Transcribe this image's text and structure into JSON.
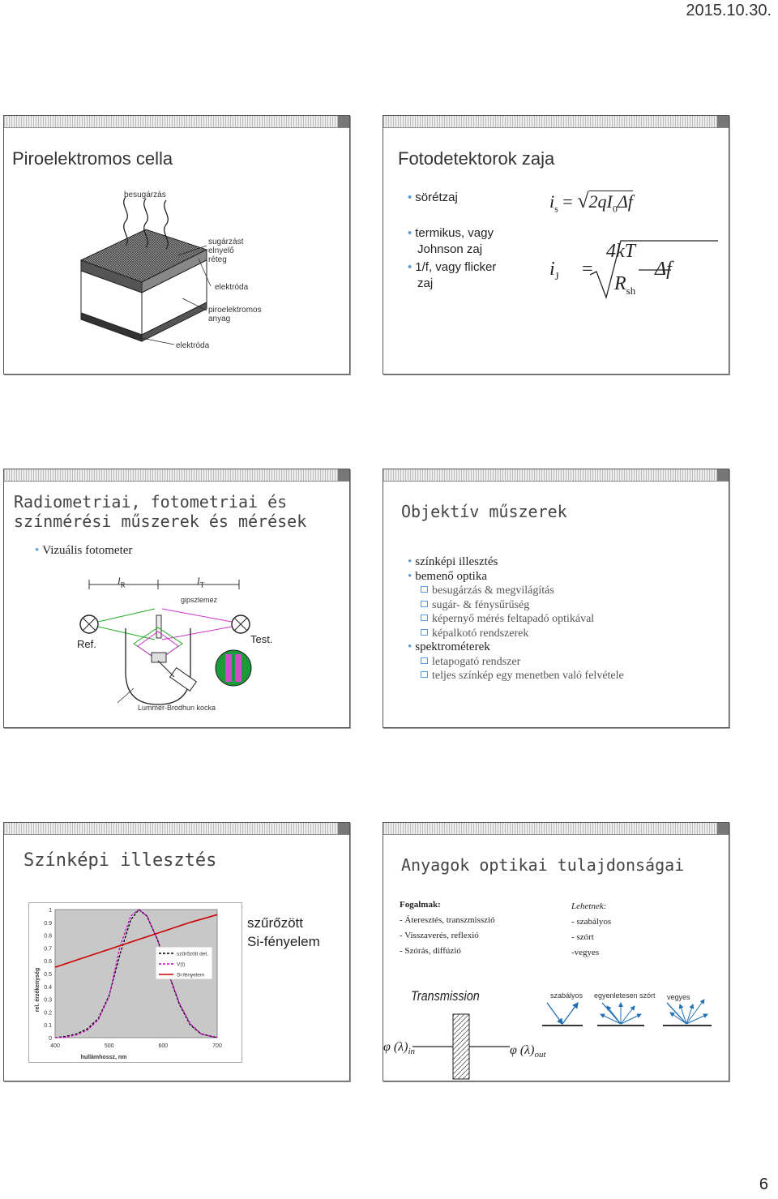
{
  "header": {
    "date": "2015.10.30."
  },
  "footer": {
    "page_number": "6"
  },
  "slides": {
    "piro": {
      "title": "Piroelektromos cella",
      "labels": {
        "besugarzas": "besugárzás",
        "elnyelo_1": "sugárzást",
        "elnyelo_2": "elnyelő",
        "elnyelo_3": "réteg",
        "elektroda_top": "elektróda",
        "piro_1": "piroelektromos",
        "piro_2": "anyag",
        "elektroda_bottom": "elektróda"
      }
    },
    "zaj": {
      "title": "Fotodetektorok zaja",
      "bullets": [
        "sörétzaj",
        "termikus, vagy",
        "Johnson zaj",
        "1/f, vagy flicker",
        "zaj"
      ],
      "formula_shot": {
        "lhs": "i",
        "lhs_sub": "s",
        "rhs": "2qI",
        "rhs_sub": "0",
        "rhs_tail": "Δf"
      },
      "formula_johnson": {
        "lhs": "i",
        "lhs_sub": "J",
        "num": "4kT",
        "den": "R",
        "den_sub": "sh",
        "tail": "Δf"
      }
    },
    "radio": {
      "title_line1": "Radiometriai, fotometriai és",
      "title_line2": "színmérési műszerek és mérések",
      "bullet": "Vizuális fotometer",
      "labels": {
        "lR": "l",
        "lR_sub": "R",
        "lT": "l",
        "lT_sub": "T",
        "gipsz": "gipszlemez",
        "ref": "Ref.",
        "test": "Test.",
        "cube": "Lummer-Brodhun kocka"
      }
    },
    "objektiv": {
      "title": "Objektív műszerek",
      "items": [
        {
          "text": "színképi illesztés",
          "level": 1
        },
        {
          "text": "bemenő optika",
          "level": 1
        },
        {
          "text": "besugárzás & megvilágítás",
          "level": 2
        },
        {
          "text": "sugár- & fénysűrűség",
          "level": 2
        },
        {
          "text": "képernyő mérés feltapadó optikával",
          "level": 2
        },
        {
          "text": "képalkotó rendszerek",
          "level": 2
        },
        {
          "text": "spektrométerek",
          "level": 1
        },
        {
          "text": "letapogató rendszer",
          "level": 2
        },
        {
          "text": "teljes színkép egy menetben való felvétele",
          "level": 2
        }
      ]
    },
    "szinkepi": {
      "title": "Színképi illesztés",
      "side_text_1": "szűrőzött",
      "side_text_2": "Si-fényelem"
    },
    "anyagok": {
      "title": "Anyagok optikai tulajdonságai",
      "fogalmak_head": "Fogalmak:",
      "fogalmak": [
        "- Áteresztés, transzmisszió",
        "- Visszaverés, reflexió",
        "- Szórás, diffúzió"
      ],
      "lehetnek_head": "Lehetnek:",
      "lehetnek": [
        "- szabályos",
        "- szórt",
        "-vegyes"
      ],
      "transmission": "Transmission",
      "phi_in": "φ (λ)",
      "phi_in_sub": "in",
      "phi_out": "φ (λ)",
      "phi_out_sub": "out",
      "refl_labels": [
        "szabályos",
        "egyenletesen szórt",
        "vegyes"
      ]
    }
  },
  "chart_data": {
    "type": "line",
    "xlabel": "hullámhossz, nm",
    "ylabel": "rel. érzékenység",
    "xlim": [
      400,
      700
    ],
    "ylim": [
      0,
      1
    ],
    "x_ticks": [
      400,
      500,
      600,
      700
    ],
    "y_ticks": [
      0,
      0.1,
      0.2,
      0.3,
      0.4,
      0.5,
      0.6,
      0.7,
      0.8,
      0.9,
      1
    ],
    "legend_position": "right",
    "series": [
      {
        "name": "szűrőzött det.",
        "color": "#000000",
        "style": "dashed",
        "x": [
          400,
          420,
          440,
          460,
          480,
          500,
          520,
          540,
          555,
          570,
          590,
          610,
          630,
          650,
          670,
          690,
          700
        ],
        "y": [
          0.0,
          0.01,
          0.03,
          0.07,
          0.15,
          0.33,
          0.65,
          0.92,
          1.0,
          0.95,
          0.76,
          0.5,
          0.26,
          0.1,
          0.03,
          0.01,
          0.0
        ]
      },
      {
        "name": "V(l)",
        "color": "#cc00cc",
        "style": "dashed",
        "x": [
          400,
          420,
          440,
          460,
          480,
          500,
          520,
          540,
          555,
          570,
          590,
          610,
          630,
          650,
          670,
          690,
          700
        ],
        "y": [
          0.0,
          0.004,
          0.023,
          0.06,
          0.14,
          0.32,
          0.71,
          0.95,
          1.0,
          0.95,
          0.76,
          0.5,
          0.27,
          0.11,
          0.03,
          0.008,
          0.004
        ]
      },
      {
        "name": "Si-fényelem",
        "color": "#cc0000",
        "style": "solid",
        "x": [
          400,
          450,
          500,
          550,
          600,
          650,
          700
        ],
        "y": [
          0.55,
          0.62,
          0.69,
          0.76,
          0.83,
          0.9,
          0.96
        ]
      }
    ]
  }
}
